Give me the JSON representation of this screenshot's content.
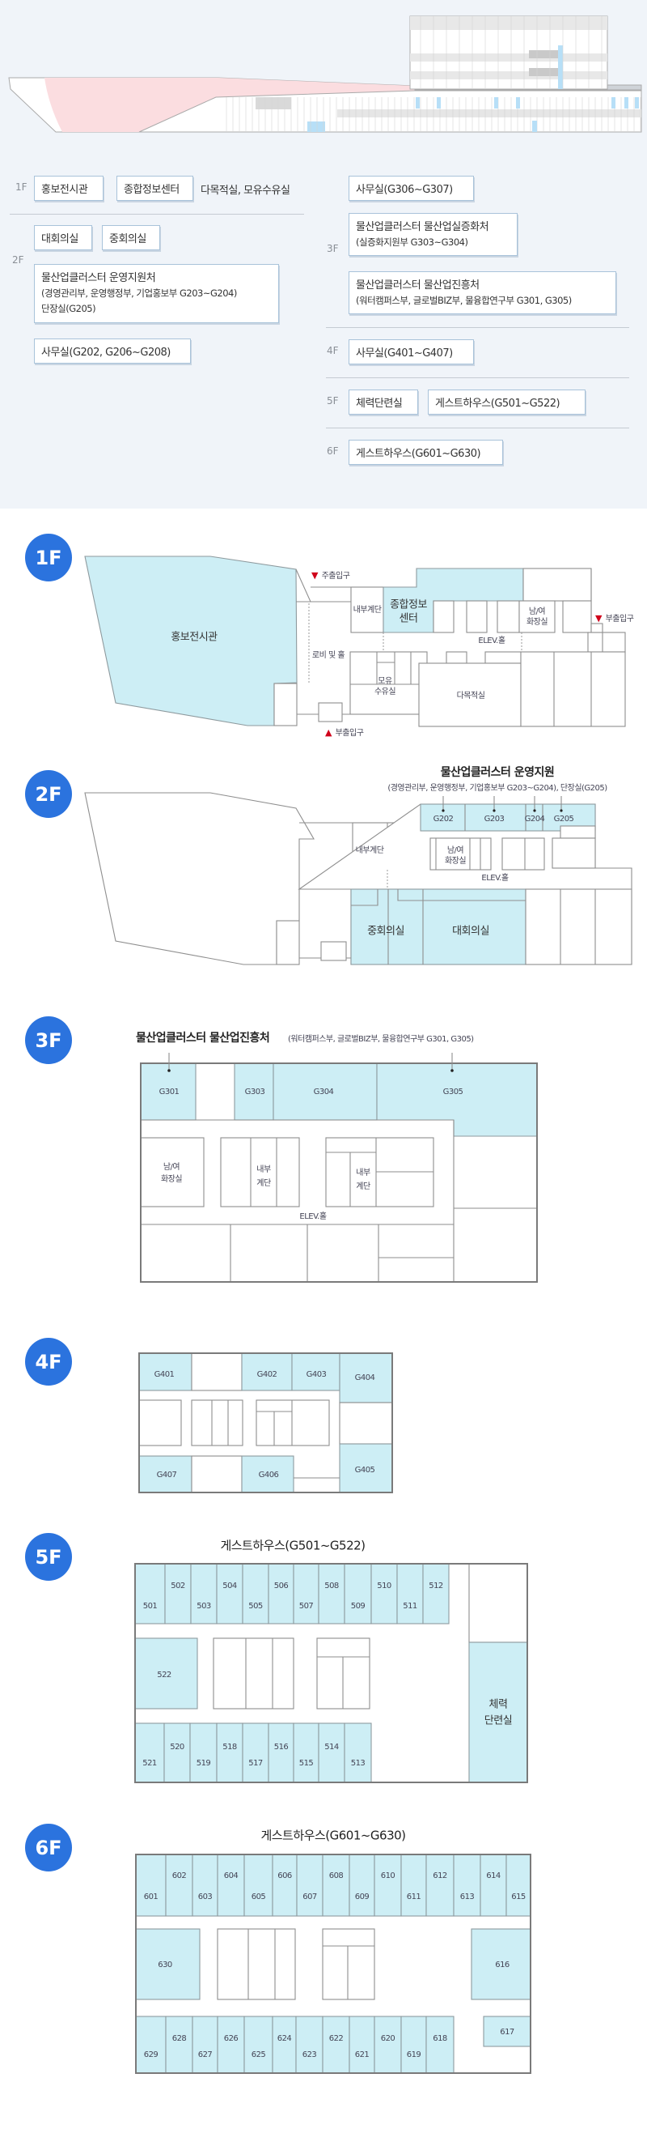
{
  "legend": {
    "f1": {
      "label": "1F",
      "items": [
        "홍보전시관",
        "종합정보센터"
      ],
      "text": "다목적실, 모유수유실"
    },
    "f2": {
      "label": "2F",
      "items": [
        "대회의실",
        "중회의실"
      ],
      "support": {
        "title": "물산업클러스터 운영지원처",
        "line2": "(경영관리부, 운영행정부, 기업홍보부 G203~G204)",
        "line3": "단장실(G205)"
      },
      "office": "사무실(G202, G206~G208)"
    },
    "f3": {
      "label": "3F",
      "office": "사무실(G306~G307)",
      "demo": {
        "title": "물산업클러스터 물산업실증화처",
        "sub": "(실증화지원부 G303~G304)"
      },
      "promo": {
        "title": "물산업클러스터 물산업진흥처",
        "sub": "(워터캠퍼스부, 글로벌BIZ부, 물융합연구부 G301, G305)"
      }
    },
    "f4": {
      "label": "4F",
      "office": "사무실(G401~G407)"
    },
    "f5": {
      "label": "5F",
      "items": [
        "체력단련실",
        "게스트하우스(G501~G522)"
      ]
    },
    "f6": {
      "label": "6F",
      "items": [
        "게스트하우스(G601~G630)"
      ]
    }
  },
  "plans": {
    "f1": {
      "badge": "1F",
      "exhibition": "홍보전시관",
      "main_entrance": "주출입구",
      "side_entrance_right": "부출입구",
      "side_entrance_bottom": "부출입구",
      "stairs": "내부계단",
      "info_center": [
        "종합정보",
        "센터"
      ],
      "restroom": [
        "남/여",
        "화장실"
      ],
      "elev": "ELEV.홀",
      "lobby": "로비 및 홀",
      "nursing": [
        "모유",
        "수유실"
      ],
      "multipurpose": "다목적실"
    },
    "f2": {
      "badge": "2F",
      "title": "물산업클러스터 운영지원",
      "subtitle": "(경영관리부, 운영행정부, 기업홍보부 G203~G204), 단장실(G205)",
      "rooms": [
        "G202",
        "G203",
        "G204",
        "G205"
      ],
      "stairs": "내부계단",
      "restroom": [
        "남/여",
        "화장실"
      ],
      "elev": "ELEV.홀",
      "mid_conf": "중회의실",
      "large_conf": "대회의실"
    },
    "f3": {
      "badge": "3F",
      "title": "물산업클러스터 물산업진흥처",
      "subtitle": "(워터캠퍼스부, 글로벌BIZ부, 물융합연구부 G301, G305)",
      "rooms": [
        "G301",
        "G303",
        "G304",
        "G305"
      ],
      "restroom": [
        "남/여",
        "화장실"
      ],
      "stairs": [
        "내부",
        "계단"
      ],
      "elev": "ELEV.홀"
    },
    "f4": {
      "badge": "4F",
      "rooms": [
        "G401",
        "G402",
        "G403",
        "G404",
        "G405",
        "G406",
        "G407"
      ]
    },
    "f5": {
      "badge": "5F",
      "title": "게스트하우스(G501~G522)",
      "top_rooms": [
        "501",
        "502",
        "503",
        "504",
        "505",
        "506",
        "507",
        "508",
        "509",
        "510",
        "511",
        "512"
      ],
      "bottom_rooms": [
        "521",
        "520",
        "519",
        "518",
        "517",
        "516",
        "515",
        "514",
        "513"
      ],
      "side_room": "522",
      "gym": [
        "체력",
        "단련실"
      ]
    },
    "f6": {
      "badge": "6F",
      "title": "게스트하우스(G601~G630)",
      "top_rooms": [
        "601",
        "602",
        "603",
        "604",
        "605",
        "606",
        "607",
        "608",
        "609",
        "610",
        "611",
        "612",
        "613",
        "614",
        "615"
      ],
      "bottom_rooms": [
        "629",
        "628",
        "627",
        "626",
        "625",
        "624",
        "623",
        "622",
        "621",
        "620",
        "619",
        "618"
      ],
      "left_room": "630",
      "right_room": "616",
      "corner_room": "617"
    }
  },
  "colors": {
    "highlight": "#cdeef5",
    "badge": "#2b73de",
    "entrance": "#d0021b",
    "background": "#f0f4f9"
  }
}
